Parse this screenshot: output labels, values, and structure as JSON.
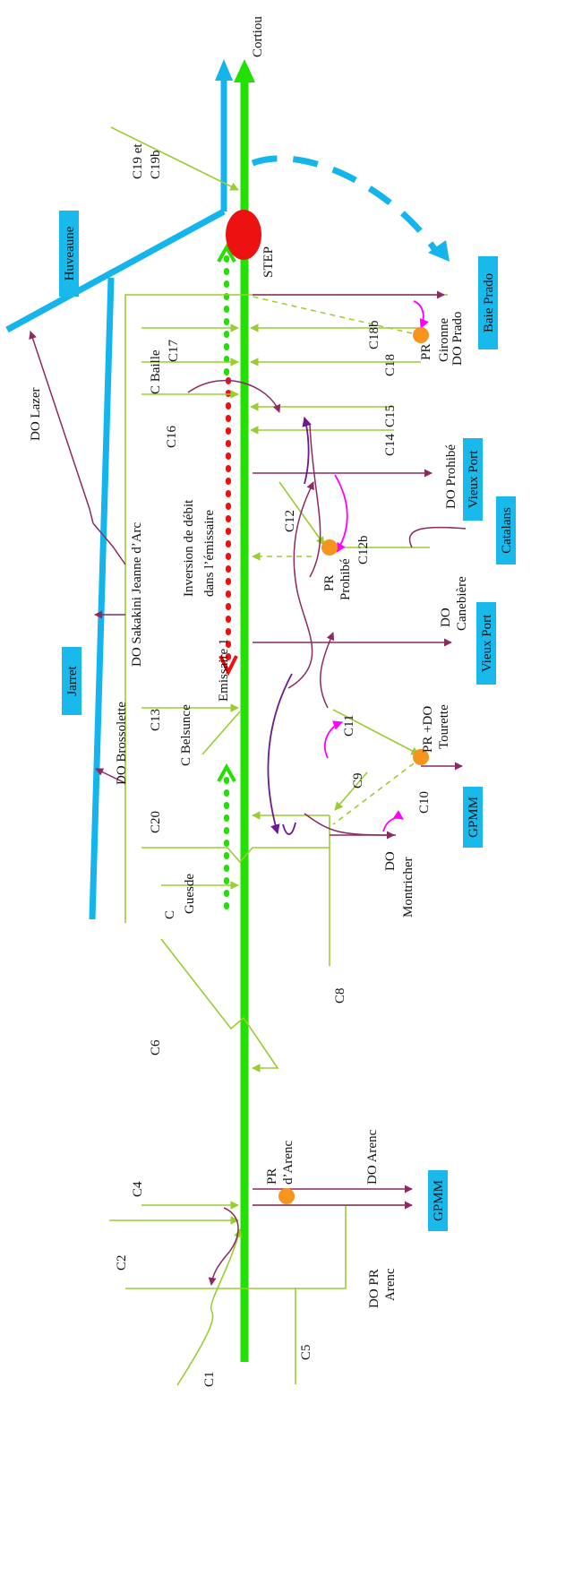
{
  "labels": {
    "cortiou": "Cortiou",
    "step": "STEP",
    "c19": "C19 et",
    "c19b": "C19b",
    "c18b": "C18b",
    "c18": "C18",
    "pr_gironne": "PR",
    "gironne": "Gironne",
    "do_prado": "DO Prado",
    "c_baille": "C Baille",
    "c17": "C17",
    "c16": "C16",
    "c15": "C15",
    "c14": "C14",
    "do_lazer": "DO Lazer",
    "do_prohibe": "DO Prohibé",
    "inversion1": "Inversion de débit",
    "inversion2": "dans l’émissaire",
    "c12": "C12",
    "c12b": "C12b",
    "pr_prohibe1": "PR",
    "pr_prohibe2": "Prohibé",
    "do_sakakini": "DO Sakakini Jeanne d’Arc",
    "emissaire": "Emissaire 1",
    "do_canebiere1": "DO",
    "do_canebiere2": "Canebière",
    "c13": "C13",
    "c_belsunce": "C Belsunce",
    "do_brossolette": "DO Brossolette",
    "c11": "C11",
    "pr_tourette1": "PR +DO",
    "pr_tourette2": "Tourette",
    "c9": "C9",
    "c10": "C10",
    "c20": "C20",
    "do_montricher1": "DO",
    "do_montricher2": "Montricher",
    "c_guesde1": "C",
    "c_guesde2": "Guesde",
    "c8": "C8",
    "c6": "C6",
    "c4": "C4",
    "pr_arenc1": "PR",
    "pr_arenc2": "d’Arenc",
    "do_arenc": "DO Arenc",
    "c2": "C2",
    "do_pr_arenc1": "DO PR",
    "do_pr_arenc2": "Arenc",
    "c5": "C5",
    "c1": "C1"
  },
  "badges": {
    "huveaune": "Huveaune",
    "baie_prado": "Baie Prado",
    "vieux_port_1": "Vieux Port",
    "catalans": "Catalans",
    "vieux_port_2": "Vieux Port",
    "jarret": "Jarret",
    "gpmm_1": "GPMM",
    "gpmm_2": "GPMM"
  },
  "colors": {
    "main_emissary": "#22e000",
    "collector": "#9acd32",
    "river": "#14b4ec",
    "overflow": "#8b2b62",
    "pump_station": "#f7941d",
    "step": "#ee1111",
    "flow_reversal": "#ee1111",
    "magenta_arrow": "#ff00ff",
    "purple_arrow": "#6a1b8f",
    "badge_bg": "#1ab9ec"
  }
}
